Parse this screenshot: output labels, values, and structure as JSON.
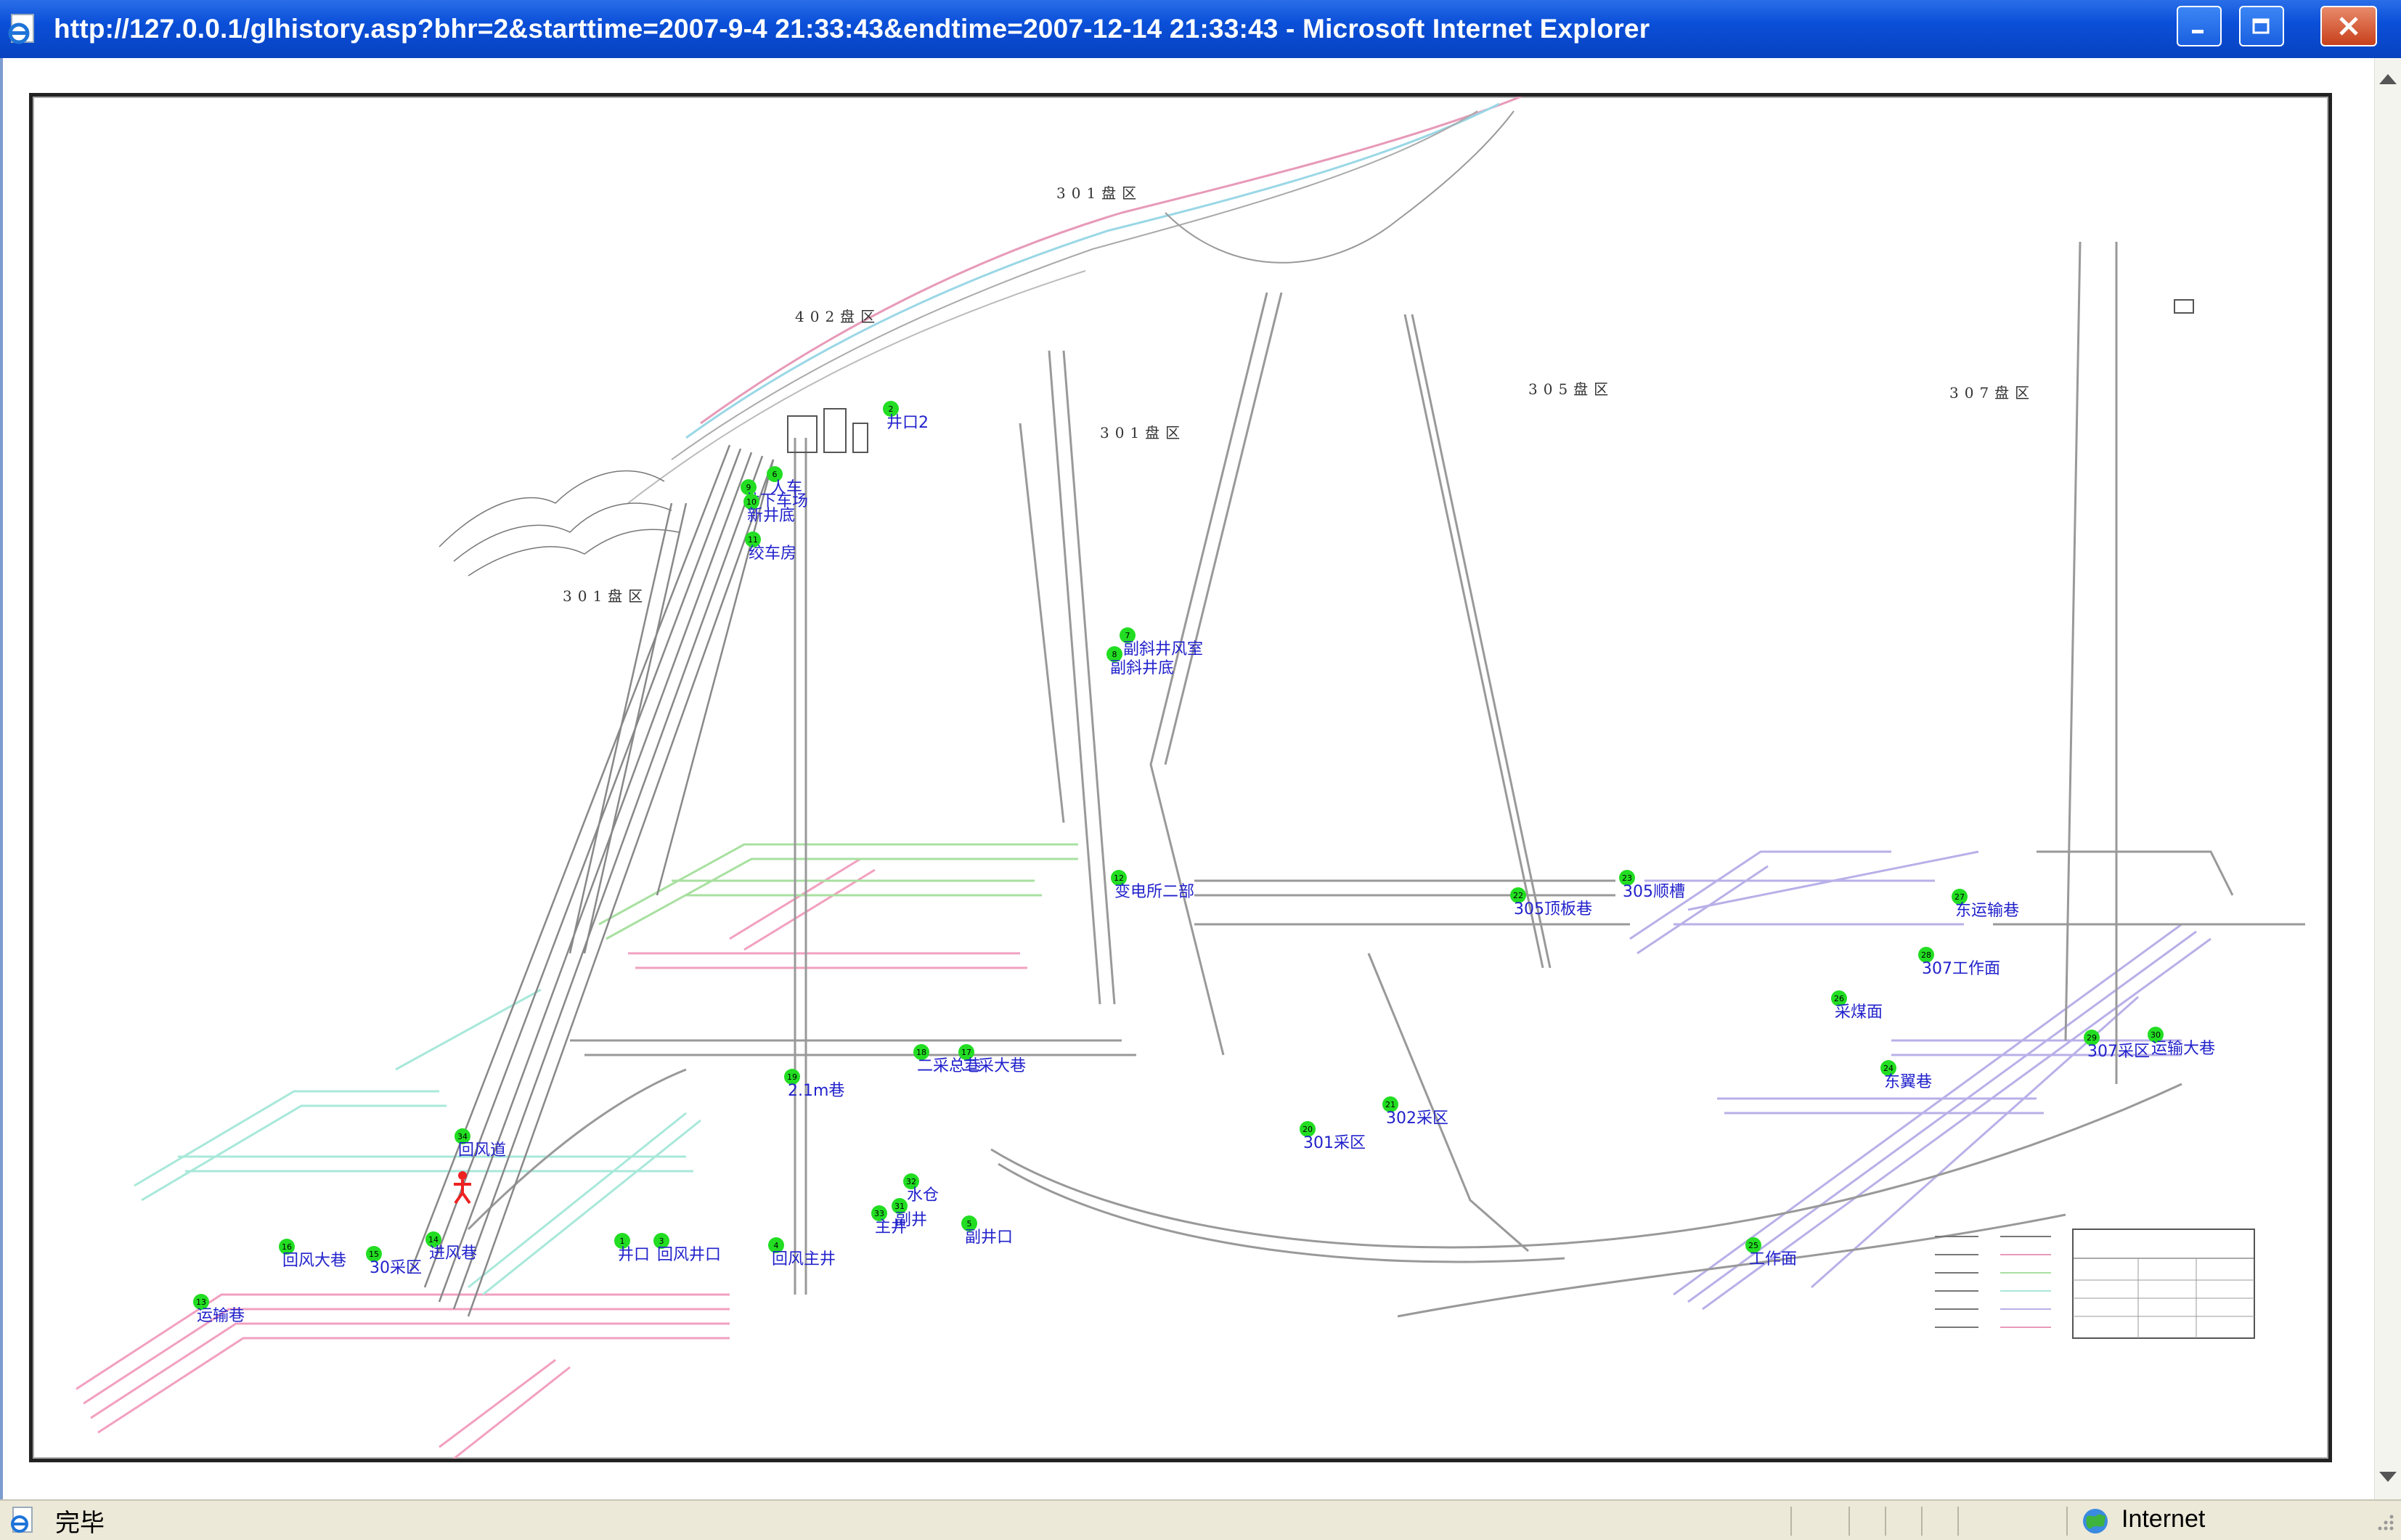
{
  "window": {
    "title": "http://127.0.0.1/glhistory.asp?bhr=2&starttime=2007-9-4 21:33:43&endtime=2007-12-14 21:33:43 - Microsoft Internet Explorer"
  },
  "status": {
    "text": "完毕",
    "zone": "Internet"
  },
  "map": {
    "regions": [
      "301盘区",
      "402盘区",
      "301盘区",
      "305盘区",
      "307盘区",
      "301盘区"
    ],
    "stations": [
      {
        "num": "1",
        "label": "井口"
      },
      {
        "num": "2",
        "label": "井口2"
      },
      {
        "num": "3",
        "label": "回风井口"
      },
      {
        "num": "4",
        "label": "回风主井"
      },
      {
        "num": "5",
        "label": "副井口"
      },
      {
        "num": "6",
        "label": "人车"
      },
      {
        "num": "7",
        "label": "副斜井风室"
      },
      {
        "num": "8",
        "label": "副斜井底"
      },
      {
        "num": "9",
        "label": "井下车场"
      },
      {
        "num": "10",
        "label": "新井底"
      },
      {
        "num": "11",
        "label": "绞车房"
      },
      {
        "num": "12",
        "label": "变电所二部"
      },
      {
        "num": "13",
        "label": "运输巷"
      },
      {
        "num": "14",
        "label": "进风巷"
      },
      {
        "num": "15",
        "label": "30采区"
      },
      {
        "num": "16",
        "label": "回风大巷"
      },
      {
        "num": "17",
        "label": "二采大巷"
      },
      {
        "num": "18",
        "label": "二采总巷"
      },
      {
        "num": "19",
        "label": "2.1m巷"
      },
      {
        "num": "20",
        "label": "301采区"
      },
      {
        "num": "21",
        "label": "302采区"
      },
      {
        "num": "22",
        "label": "305顶板巷"
      },
      {
        "num": "23",
        "label": "305顺槽"
      },
      {
        "num": "24",
        "label": "东翼巷"
      },
      {
        "num": "25",
        "label": "工作面"
      },
      {
        "num": "26",
        "label": "采煤面"
      },
      {
        "num": "27",
        "label": "东运输巷"
      },
      {
        "num": "28",
        "label": "307工作面"
      },
      {
        "num": "29",
        "label": "307采区"
      },
      {
        "num": "30",
        "label": "运输大巷"
      },
      {
        "num": "31",
        "label": "副井"
      },
      {
        "num": "32",
        "label": "水仓"
      },
      {
        "num": "33",
        "label": "主井"
      },
      {
        "num": "34",
        "label": "回风道"
      }
    ]
  },
  "icons": {
    "window_icon": "ie-page-icon",
    "status_icon": "ie-page-icon",
    "zone_icon": "globe-icon",
    "person_icon": "person-icon"
  }
}
